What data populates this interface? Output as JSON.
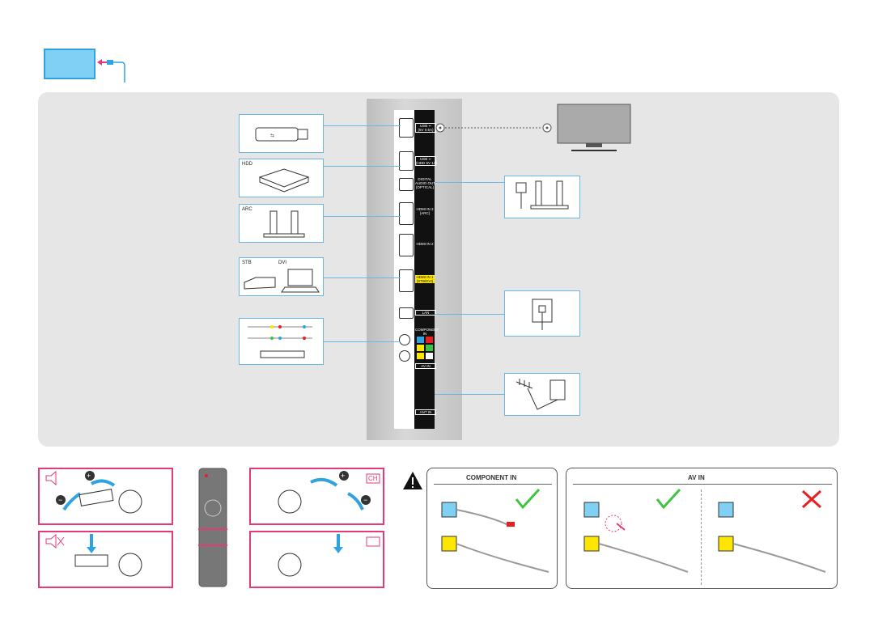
{
  "ports": [
    {
      "label": "USB ⭠\n(5V 0.5A)",
      "style": "box"
    },
    {
      "label": "USB ⭠\n(HDD 5V 1A)",
      "style": "box"
    },
    {
      "label": "DIGITAL\nAUDIO OUT\n(OPTICAL)",
      "style": "plain"
    },
    {
      "label": "HDMI IN 3\n(ARC)",
      "style": "plain"
    },
    {
      "label": "HDMI IN 2",
      "style": "plain"
    },
    {
      "label": "HDMI IN 1\n(STB/DVI)",
      "style": "yellow"
    },
    {
      "label": "LAN",
      "style": "box"
    },
    {
      "label": "COMPONENT\nIN",
      "style": "plain"
    },
    {
      "label": "AV IN",
      "style": "box"
    },
    {
      "label": "ANT IN",
      "style": "box"
    }
  ],
  "devices": {
    "hdd": "HDD",
    "arc": "ARC",
    "stb": "STB",
    "dvi": "DVI"
  },
  "remote": {
    "ch_label": "CH"
  },
  "connections": {
    "component_in": "COMPONENT IN",
    "av_in": "AV IN"
  },
  "colors": {
    "accent_blue": "#2ea3e0",
    "pink": "#e6397a",
    "check_green": "#3ec43e",
    "cross_red": "#e62020"
  }
}
